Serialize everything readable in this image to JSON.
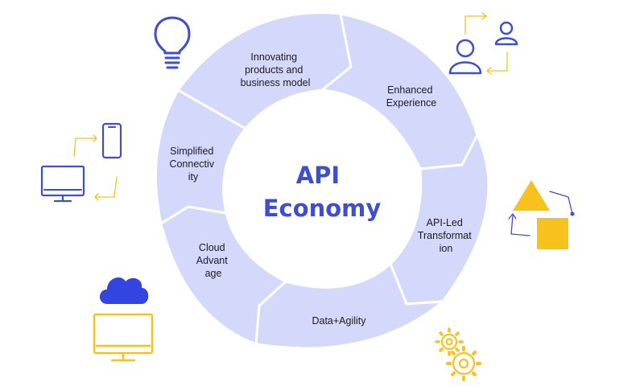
{
  "center": {
    "line1": "API",
    "line2": "Economy"
  },
  "segments": [
    {
      "lines": [
        "Innovating",
        "products and",
        "business model"
      ]
    },
    {
      "lines": [
        "Enhanced",
        "Experience"
      ]
    },
    {
      "lines": [
        "API-Led",
        "Transformat",
        "ion"
      ]
    },
    {
      "lines": [
        "Data+Agility"
      ]
    },
    {
      "lines": [
        "Cloud",
        "Advant",
        "age"
      ]
    },
    {
      "lines": [
        "Simplified",
        "Connectiv",
        "ity"
      ]
    }
  ],
  "icons": {
    "lightbulb": "lightbulb-icon",
    "users": "user-exchange-icon",
    "devices": "device-sync-icon",
    "shapes": "shapes-transform-icon",
    "cloud": "cloud-icon",
    "monitor": "monitor-icon",
    "gears": "gears-icon"
  },
  "colors": {
    "ring": "#d4d8fb",
    "accent_blue": "#3d4fcf",
    "accent_yellow": "#f7c21e",
    "cloud_blue": "#3344e0"
  }
}
